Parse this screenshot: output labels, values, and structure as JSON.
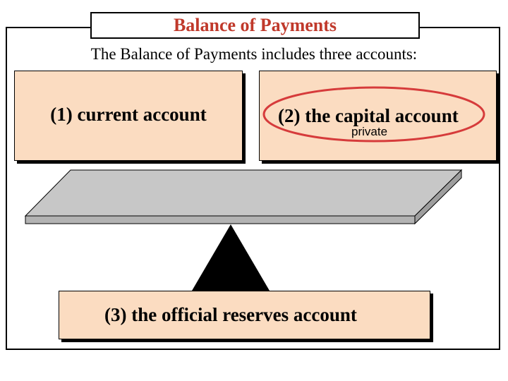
{
  "title": "Balance of Payments",
  "subtitle": "The Balance of Payments includes three accounts:",
  "accounts": [
    {
      "label": "(1) current account"
    },
    {
      "label": "(2) the capital account",
      "note": "private"
    },
    {
      "label": "(3) the official reserves account"
    }
  ],
  "colors": {
    "title_text": "#c0392b",
    "box_fill": "#fbdcc1",
    "highlight_ellipse": "#d63b3b",
    "plank_top": "#c7c7c7",
    "plank_side": "#9e9e9e",
    "fulcrum": "#000000"
  }
}
